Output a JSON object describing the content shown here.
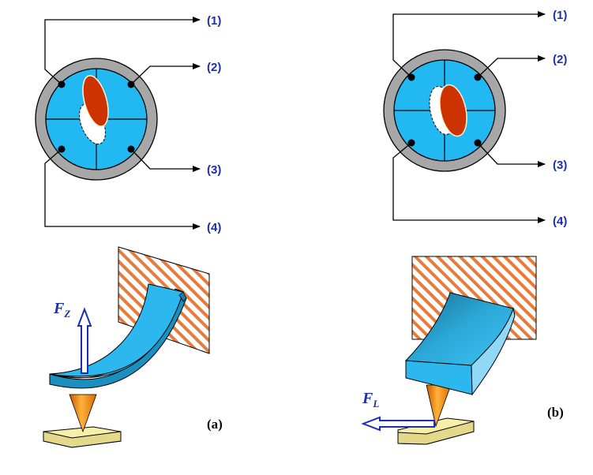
{
  "panels": [
    {
      "id": "a",
      "label": "(a)",
      "ports": [
        "(1)",
        "(2)",
        "(3)",
        "(4)"
      ],
      "force": {
        "symbol": "F",
        "subscript": "Z"
      }
    },
    {
      "id": "b",
      "label": "(b)",
      "ports": [
        "(1)",
        "(2)",
        "(3)",
        "(4)"
      ],
      "force": {
        "symbol": "F",
        "subscript": "L"
      }
    }
  ],
  "colors": {
    "detector_fill": "#22b8f2",
    "detector_ring": "#a7a7a7",
    "laser_spot": "#cc3300",
    "cantilever": "#2cb8ee",
    "tip": "#f08a1a",
    "sample": "#f6efaa",
    "hatch": "#e87a3a",
    "label": "#1c2fb0"
  }
}
